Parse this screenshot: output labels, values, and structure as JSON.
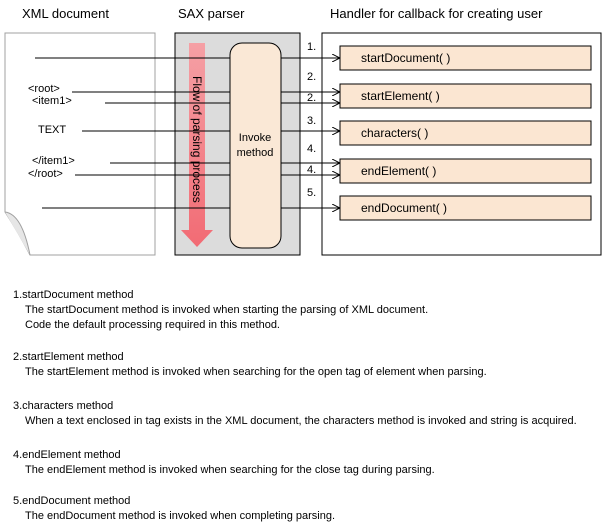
{
  "headers": {
    "xml": "XML document",
    "sax": "SAX parser",
    "handler": "Handler for callback for creating user"
  },
  "doc_lines": [
    "<root>",
    "<item1>",
    "TEXT",
    "</item1>",
    "</root>"
  ],
  "flow_label": "Flow of parsing process",
  "invoke_label_1": "Invoke",
  "invoke_label_2": "method",
  "numbers": [
    "1.",
    "2.",
    "2.",
    "3.",
    "4.",
    "4.",
    "5."
  ],
  "methods": [
    "startDocument( )",
    "startElement( )",
    "characters( )",
    "endElement( )",
    "endDocument( )"
  ],
  "descriptions": [
    {
      "title": "1.startDocument method",
      "lines": [
        "The startDocument method is  invoked when starting the parsing of XML document.",
        "Code the default processing required in this method."
      ]
    },
    {
      "title": "2.startElement method",
      "lines": [
        "The startElement method is invoked when searching for the open tag of element when parsing."
      ]
    },
    {
      "title": "3.characters method",
      "lines": [
        "When a text enclosed in tag exists in the XML document, the characters method is invoked and string is acquired."
      ]
    },
    {
      "title": "4.endElement method",
      "lines": [
        "The endElement method is invoked when searching for the close tag during parsing."
      ]
    },
    {
      "title": "5.endDocument method",
      "lines": [
        "The endDocument method is invoked when completing parsing."
      ]
    }
  ],
  "colors": {
    "parser_bg": "#dcdcdc",
    "invoke_bg": "#fae8d6",
    "method_bg": "#fbe6d2",
    "flow_arrow": "#f47f86",
    "line": "#000000"
  }
}
